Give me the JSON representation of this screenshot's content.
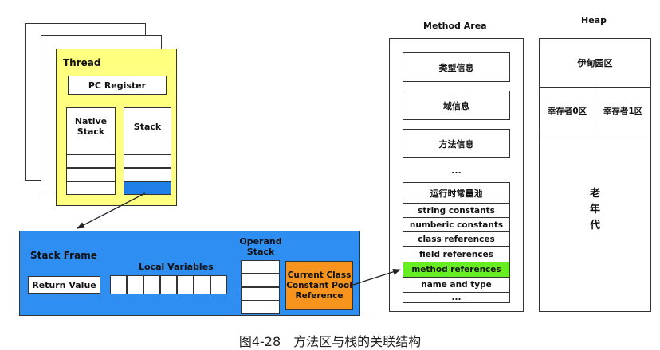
{
  "thread": {
    "title": "Thread",
    "pc_register": "PC Register",
    "native_stack": "Native\nStack",
    "stack": "Stack"
  },
  "stack_frame": {
    "title": "Stack Frame",
    "local_variables": "Local Variables",
    "return_value": "Return Value",
    "operand_stack": "Operand\nStack",
    "current_class_ref": "Current Class\nConstant Pool\nReference"
  },
  "method_area": {
    "title": "Method Area",
    "type_info": "类型信息",
    "field_info": "域信息",
    "method_info": "方法信息",
    "ellipsis": "...",
    "pool_title": "运行时常量池",
    "pool_items": [
      "string constants",
      "numberic constants",
      "class references",
      "field references",
      "method references",
      "name and type",
      "..."
    ]
  },
  "heap": {
    "title": "Heap",
    "eden": "伊甸园区",
    "survivor0": "幸存者0区",
    "survivor1": "幸存者1区",
    "old_gen": "老\n年\n代"
  },
  "caption": "图4-28　方法区与栈的关联结构",
  "colors": {
    "thread_bg": "#ffff80",
    "stack_frame_bg": "#2e8ef2",
    "highlight_blue": "#1f7ee8",
    "orange": "#f7941d",
    "green": "#66ee22"
  }
}
